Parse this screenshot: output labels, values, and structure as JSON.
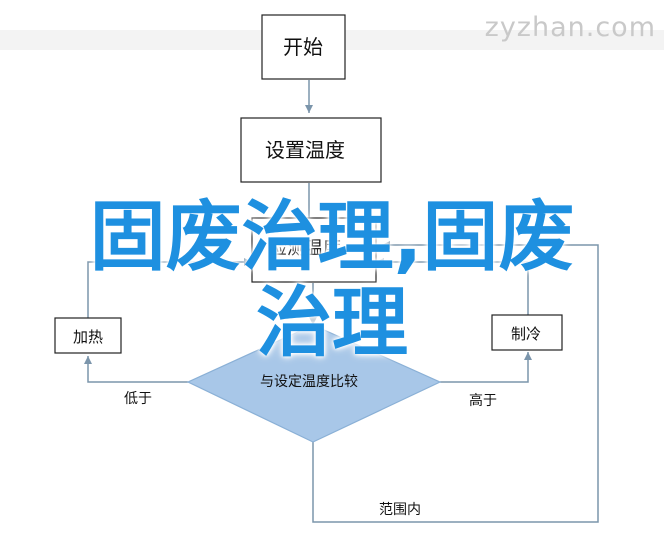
{
  "watermark": "zyzhan.com",
  "flowchart": {
    "start": "开始",
    "set_temp": "设置温度",
    "detect_temp": "检测温度",
    "heat": "加热",
    "cool": "制冷",
    "compare": "与设定温度比较",
    "low_label": "低于",
    "high_label": "高于",
    "in_range_label": "范围内"
  },
  "overlay": {
    "line1": "固废治理,固废",
    "line2": "治理"
  },
  "colors": {
    "line": "#7b95ab",
    "diamond_fill": "#a8c7e8",
    "diamond_stroke": "#8ab0d6",
    "overlay_text": "#1e90e0"
  }
}
